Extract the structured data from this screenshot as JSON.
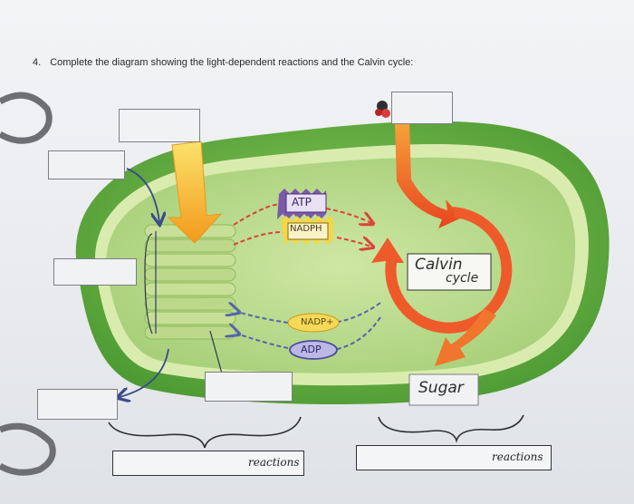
{
  "question": {
    "number": "4.",
    "text": "Complete the diagram showing the light-dependent reactions and the Calvin cycle:"
  },
  "handwritten": {
    "atp": "ATP",
    "nadph": "NADPH",
    "nadp": "NADP+",
    "adp": "ADP",
    "calvin_line1": "Calvin",
    "calvin_line2": "cycle",
    "sugar": "Sugar"
  },
  "labels": {
    "reactions_left": "reactions",
    "reactions_right": "reactions"
  },
  "colors": {
    "chloroplast_outer": "#63b044",
    "chloroplast_inner": "#d7e9a9",
    "stroma": "#a9d27c",
    "thylakoid": "#bcd98b",
    "sunlight": "#f5c21f",
    "calvin_cycle": "#ef5a2a",
    "atp_badge": "#7a5aa8",
    "nadph_badge": "#f4d64a"
  }
}
